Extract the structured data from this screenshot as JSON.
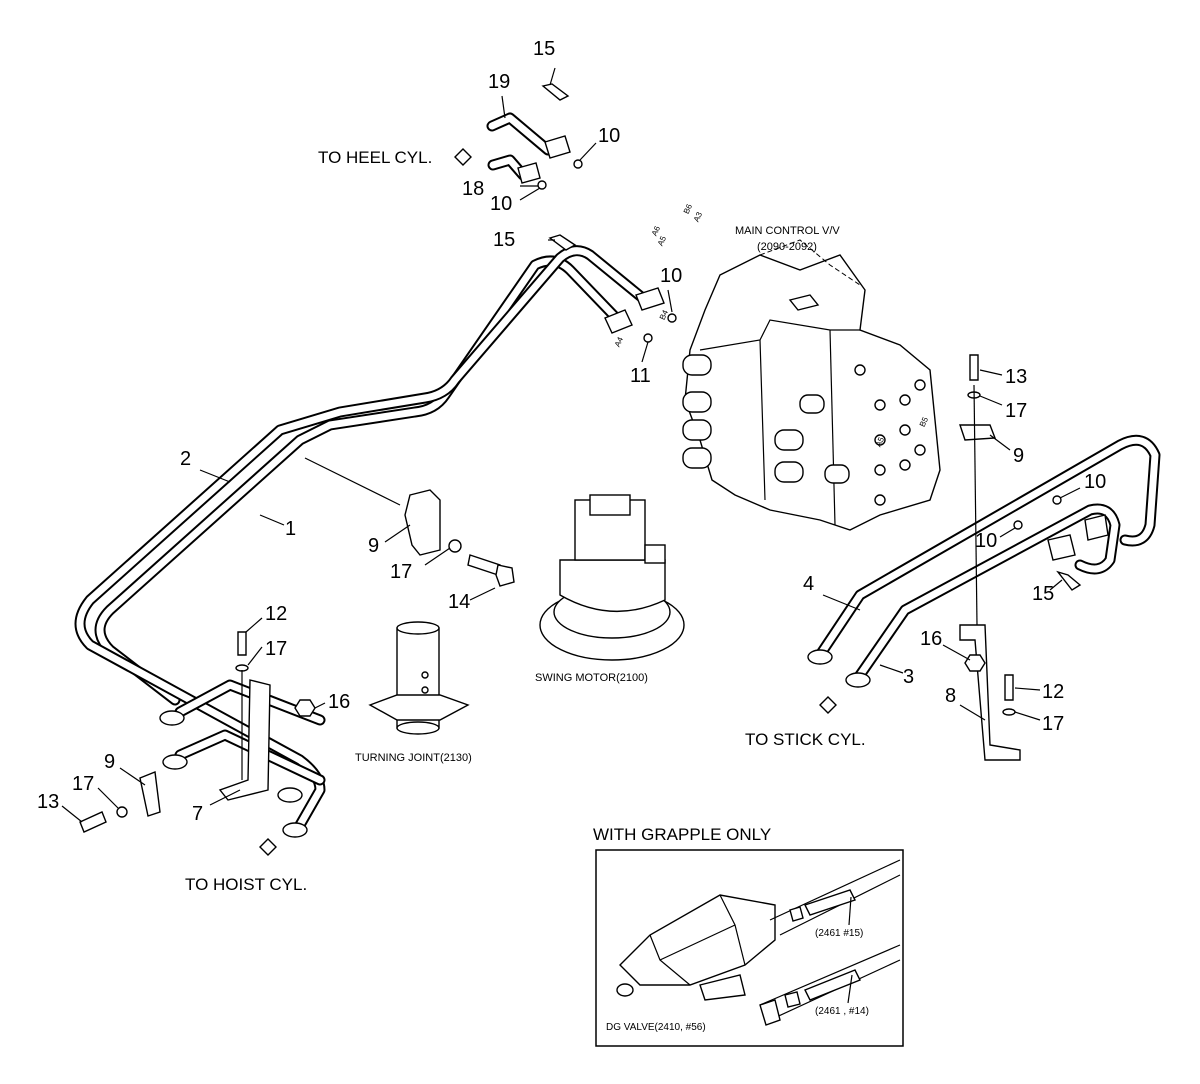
{
  "callouts": {
    "heel": "TO HEEL CYL.",
    "stick": "TO STICK CYL.",
    "hoist": "TO HOIST CYL.",
    "grapple_title": "WITH GRAPPLE ONLY"
  },
  "components": {
    "main_valve_line1": "MAIN CONTROL V/V",
    "main_valve_line2": "(2090-2092)",
    "swing_motor": "SWING MOTOR(2100)",
    "turning_joint": "TURNING JOINT(2130)"
  },
  "inset": {
    "dg_valve": "DG VALVE(2410, #56)",
    "ref1": "(2461 #15)",
    "ref2": "(2461 , #14)"
  },
  "port_marks": [
    "B6",
    "A3",
    "A6",
    "A5",
    "B4",
    "A4",
    "A5",
    "B5"
  ],
  "parts": {
    "p15a": "15",
    "p19": "19",
    "p10a": "10",
    "p18": "18",
    "p10b": "10",
    "p15b": "15",
    "p10c": "10",
    "p11": "11",
    "p13a": "13",
    "p17a": "17",
    "p9a": "9",
    "p10d": "10",
    "p10e": "10",
    "p15c": "15",
    "p2": "2",
    "p1": "1",
    "p9b": "9",
    "p17b": "17",
    "p14": "14",
    "p4": "4",
    "p3": "3",
    "p16a": "16",
    "p12a": "12",
    "p8": "8",
    "p17c": "17",
    "p12b": "12",
    "p17d": "17",
    "p16b": "16",
    "p9c": "9",
    "p17e": "17",
    "p13b": "13",
    "p7": "7"
  }
}
